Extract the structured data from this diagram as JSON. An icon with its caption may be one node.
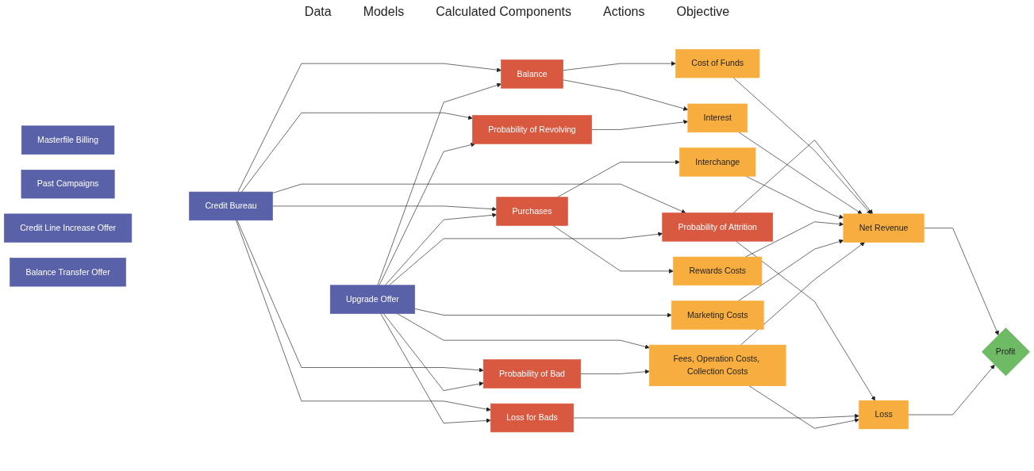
{
  "diagram": {
    "nodes": [
      {
        "text": [
          "Masterfile Billing"
        ]
      },
      {
        "text": [
          "Credit Bureau"
        ]
      },
      {
        "text": [
          "Past Campaigns"
        ]
      },
      {
        "text": [
          "Credit Line Increase Offer"
        ]
      },
      {
        "text": [
          "Upgrade Offer"
        ]
      },
      {
        "text": [
          "Balance Transfer Offer"
        ]
      },
      {
        "text": [
          "Balance"
        ]
      },
      {
        "text": [
          "Probability of Revolving"
        ]
      },
      {
        "text": [
          "Purchases"
        ]
      },
      {
        "text": [
          "Probability of Attrition"
        ]
      },
      {
        "text": [
          "Probability of Bad"
        ]
      },
      {
        "text": [
          "Loss for Bads"
        ]
      },
      {
        "text": [
          "Cost of Funds"
        ]
      },
      {
        "text": [
          "Interest"
        ]
      },
      {
        "text": [
          "Interchange"
        ]
      },
      {
        "text": [
          "Rewards Costs"
        ]
      },
      {
        "text": [
          "Marketing Costs"
        ]
      },
      {
        "text": [
          "Fees, Operation Costs, Collection Costs"
        ]
      },
      {
        "text": [
          "Net Revenue"
        ]
      },
      {
        "text": [
          "Loss"
        ]
      },
      {
        "text": [
          "Profit"
        ]
      }
    ],
    "edges": [
      {
        "from": 1,
        "to": 6,
        "arrow": "to"
      },
      {
        "from": 1,
        "to": 7,
        "arrow": "to"
      },
      {
        "from": 1,
        "to": 8,
        "arrow": "to"
      },
      {
        "from": 1,
        "to": 9,
        "arrow": "to"
      },
      {
        "from": 1,
        "to": 10,
        "arrow": "to"
      },
      {
        "from": 1,
        "to": 11,
        "arrow": "to"
      },
      {
        "from": 4,
        "to": 6,
        "arrow": "to"
      },
      {
        "from": 4,
        "to": 7,
        "arrow": "to"
      },
      {
        "from": 4,
        "to": 8,
        "arrow": "to"
      },
      {
        "from": 4,
        "to": 9,
        "arrow": "to"
      },
      {
        "from": 4,
        "to": 16,
        "arrow": "to"
      },
      {
        "from": 4,
        "to": 17,
        "arrow": "to"
      },
      {
        "from": 4,
        "to": 10,
        "arrow": "to"
      },
      {
        "from": 4,
        "to": 11,
        "arrow": "to"
      },
      {
        "from": 6,
        "to": 12,
        "arrow": "to"
      },
      {
        "from": 6,
        "to": 13,
        "arrow": "to"
      },
      {
        "from": 7,
        "to": 13,
        "arrow": "to"
      },
      {
        "from": 8,
        "to": 14,
        "arrow": "to"
      },
      {
        "from": 8,
        "to": 15,
        "arrow": "to"
      },
      {
        "from": 9,
        "to": 18,
        "arrow": "to"
      },
      {
        "from": 9,
        "to": 19,
        "arrow": "to"
      },
      {
        "from": 10,
        "to": 17,
        "arrow": "to"
      },
      {
        "from": 11,
        "to": 19,
        "arrow": "to"
      },
      {
        "from": 12,
        "to": 18,
        "arrow": "to"
      },
      {
        "from": 13,
        "to": 18,
        "arrow": "to"
      },
      {
        "from": 14,
        "to": 18,
        "arrow": "to"
      },
      {
        "from": 15,
        "to": 18,
        "arrow": "to"
      },
      {
        "from": 16,
        "to": 18,
        "arrow": "to"
      },
      {
        "from": 17,
        "to": 18,
        "arrow": "to"
      },
      {
        "from": 17,
        "to": 19,
        "arrow": "to"
      },
      {
        "from": 18,
        "to": 20,
        "arrow": "to"
      },
      {
        "from": 19,
        "to": 20,
        "arrow": "to"
      }
    ],
    "labels": [
      "Data",
      "Models",
      "Calculated Components",
      "Actions",
      "Objective"
    ]
  }
}
